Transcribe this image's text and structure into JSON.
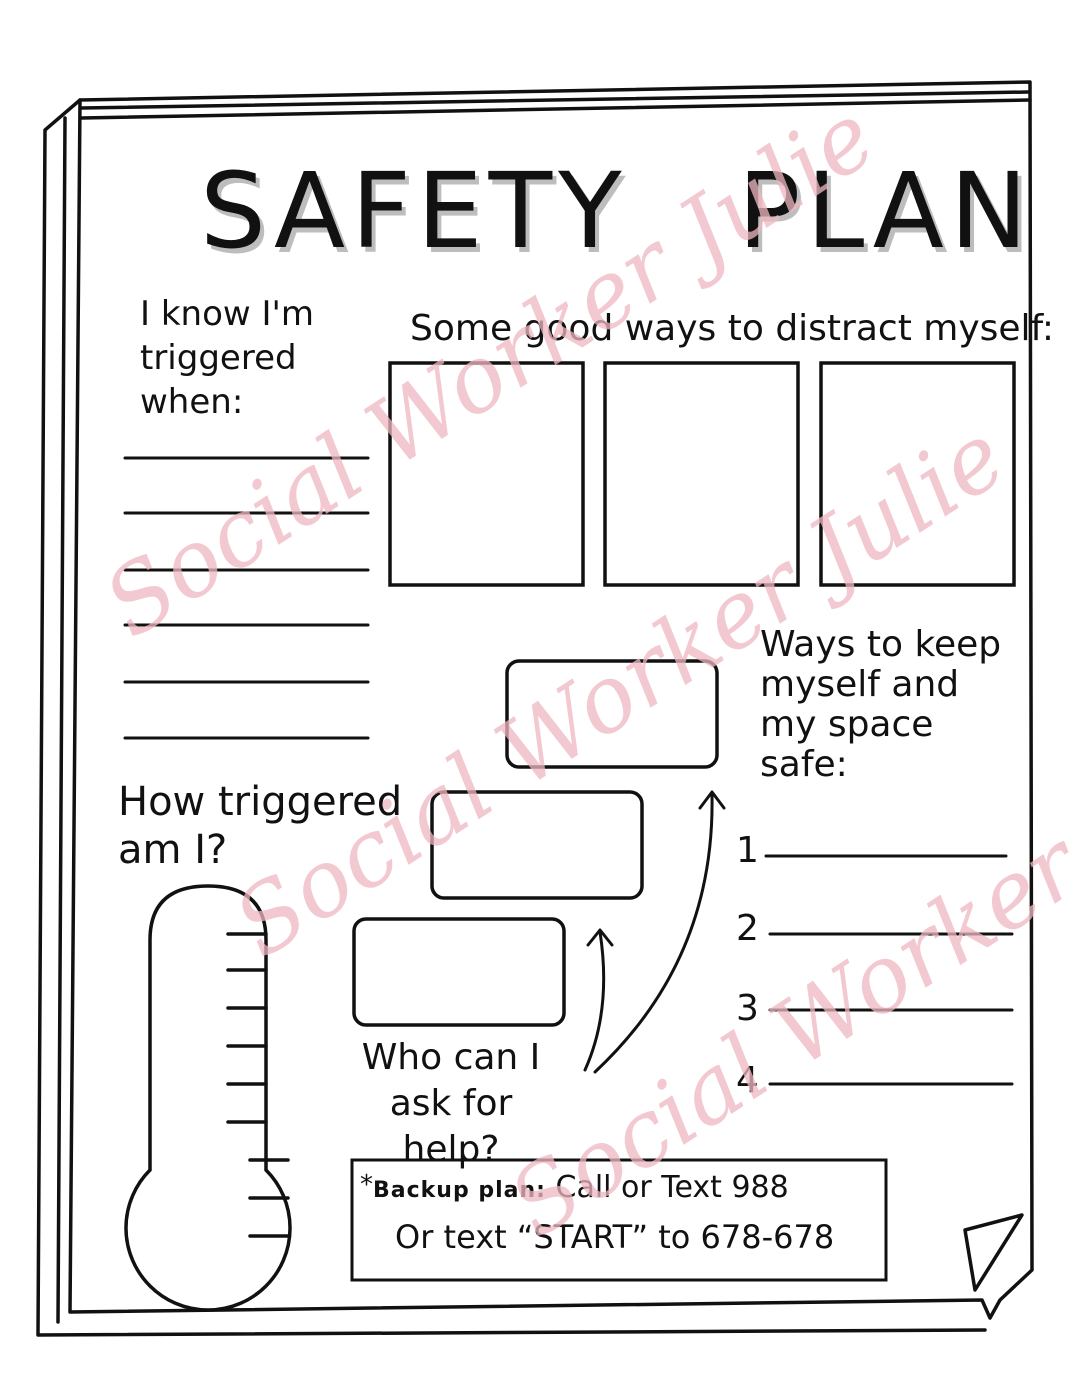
{
  "title": {
    "left": "SAFETY",
    "right": "PLAN"
  },
  "triggers": {
    "label": "I know I'm triggered when:"
  },
  "distractions": {
    "label": "Some good ways to distract myself:"
  },
  "keep_safe": {
    "label": "Ways to keep myself and my space safe:",
    "numbers": [
      "1",
      "2",
      "3",
      "4"
    ]
  },
  "how_triggered": {
    "label": "How triggered am I?"
  },
  "help": {
    "label": "Who can I ask for help?"
  },
  "backup": {
    "star": "*",
    "bold_label": "Backup plan:",
    "line1": "Call or Text 988",
    "line2": "Or text “START” to 678-678"
  },
  "watermark": {
    "text": "Social Worker Julie"
  },
  "colors": {
    "ink": "#111111",
    "watermark": "#f0b8c2",
    "title_shadow": "#bdbdbd"
  }
}
